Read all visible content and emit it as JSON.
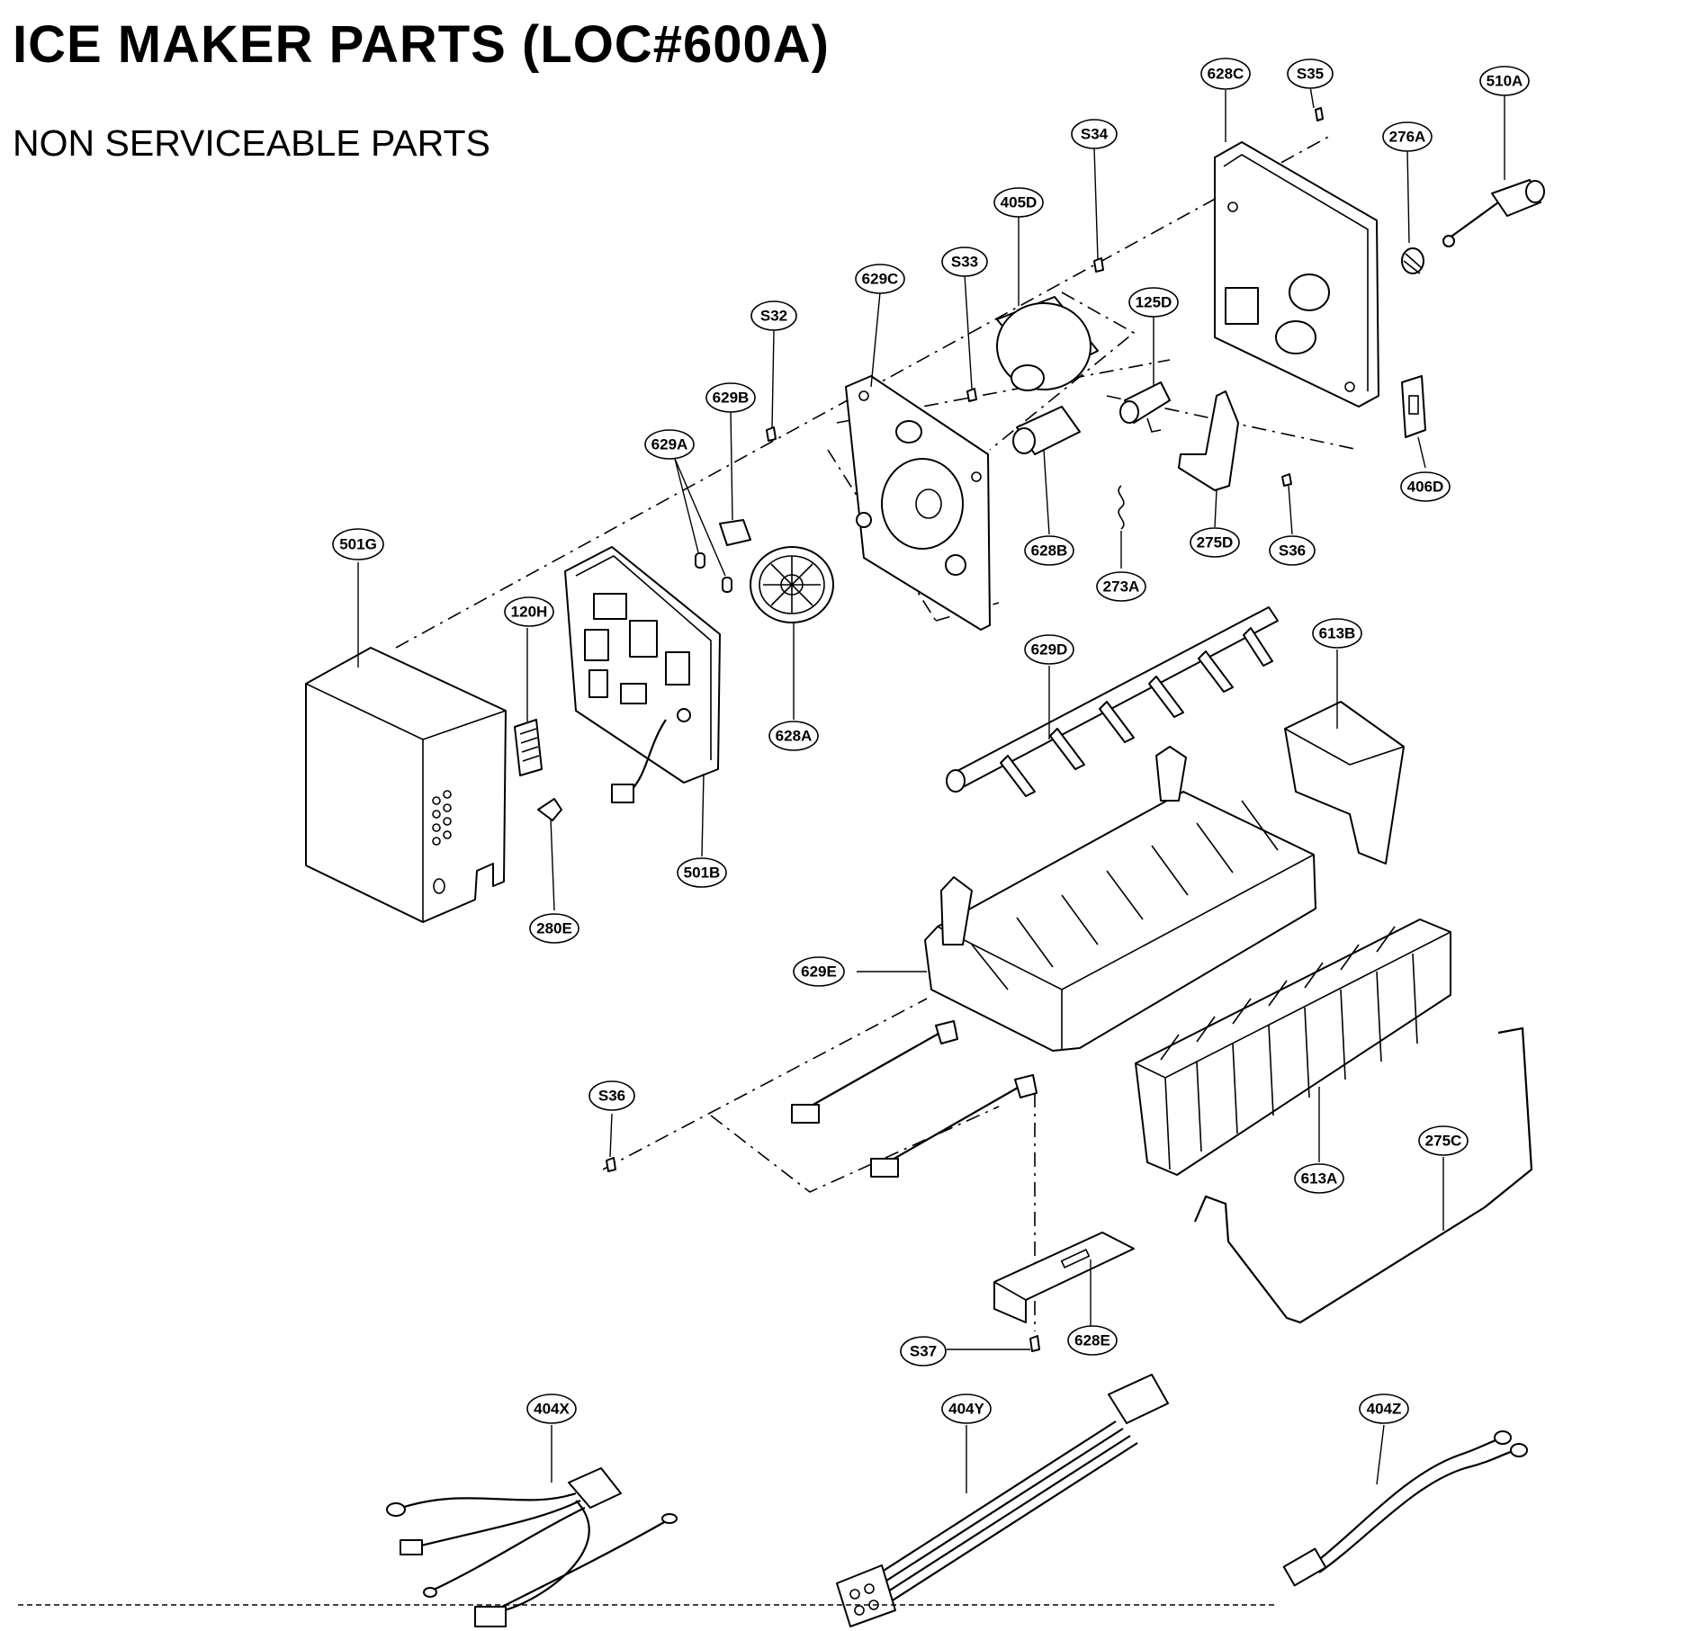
{
  "title": "ICE MAKER PARTS (LOC#600A)",
  "subtitle": "NON SERVICEABLE PARTS",
  "callouts": {
    "628C": "628C",
    "S35": "S35",
    "510A": "510A",
    "276A": "276A",
    "S34": "S34",
    "405D": "405D",
    "S33": "S33",
    "629C": "629C",
    "125D": "125D",
    "S32": "S32",
    "629B": "629B",
    "629A": "629A",
    "406D": "406D",
    "628B": "628B",
    "275D": "275D",
    "S36_top": "S36",
    "273A": "273A",
    "501G": "501G",
    "120H": "120H",
    "628A": "628A",
    "629D": "629D",
    "613B": "613B",
    "501B": "501B",
    "280E": "280E",
    "629E": "629E",
    "S36_bottom": "S36",
    "613A": "613A",
    "275C": "275C",
    "S37": "S37",
    "628E": "628E",
    "404X": "404X",
    "404Y": "404Y",
    "404Z": "404Z"
  },
  "icons": [
    "exploded-parts-drawing"
  ],
  "colors": {
    "ink": "#000000",
    "paper": "#ffffff"
  }
}
